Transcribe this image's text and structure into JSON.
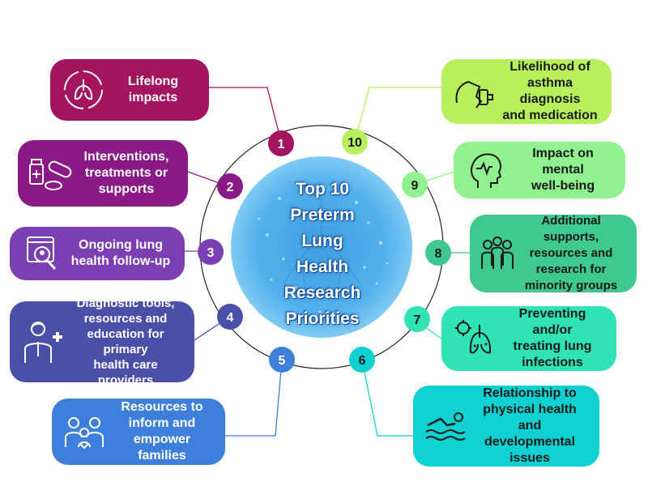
{
  "title_lines": [
    "Top 10",
    "Preterm",
    "Lung",
    "Health",
    "Research",
    "Priorities"
  ],
  "priorities": [
    {
      "number": "1",
      "label_lines": [
        "Lifelong",
        "impacts"
      ],
      "icon": "lungs-cycle-icon",
      "color": "#a3155f",
      "text_color": "#ffffff"
    },
    {
      "number": "2",
      "label_lines": [
        "Interventions,",
        "treatments or",
        "supports"
      ],
      "icon": "medication-icon",
      "color": "#8a1a86",
      "text_color": "#ffffff"
    },
    {
      "number": "3",
      "label_lines": [
        "Ongoing lung",
        "health follow-up"
      ],
      "icon": "magnifier-person-icon",
      "color": "#7b3fb2",
      "text_color": "#ffffff"
    },
    {
      "number": "4",
      "label_lines": [
        "Diagnostic tools,",
        "resources and",
        "education for primary",
        "health care providers"
      ],
      "icon": "doctor-icon",
      "color": "#4a4fa8",
      "text_color": "#ffffff"
    },
    {
      "number": "5",
      "label_lines": [
        "Resources to",
        "inform and",
        "empower families"
      ],
      "icon": "family-icon",
      "color": "#3f7fdc",
      "text_color": "#ffffff"
    },
    {
      "number": "6",
      "label_lines": [
        "Relationship to",
        "physical health and",
        "developmental",
        "issues"
      ],
      "icon": "swimmer-icon",
      "color": "#0fd1d1",
      "text_color": "#1a1a1a"
    },
    {
      "number": "7",
      "label_lines": [
        "Preventing and/or",
        "treating lung",
        "infections"
      ],
      "icon": "infected-lungs-icon",
      "color": "#2fe3b4",
      "text_color": "#1a1a1a"
    },
    {
      "number": "8",
      "label_lines": [
        "Additional supports,",
        "resources and",
        "research for",
        "minority groups"
      ],
      "icon": "group-icon",
      "color": "#3fc98e",
      "text_color": "#1a1a1a"
    },
    {
      "number": "9",
      "label_lines": [
        "Impact on mental",
        "well-being"
      ],
      "icon": "head-heartbeat-icon",
      "color": "#90f18f",
      "text_color": "#1a1a1a"
    },
    {
      "number": "10",
      "label_lines": [
        "Likelihood of",
        "asthma diagnosis",
        "and medication"
      ],
      "icon": "inhaler-icon",
      "color": "#b8ef5c",
      "text_color": "#1a1a1a"
    }
  ],
  "colors": {
    "center_fill": "#5ab8ee",
    "center_inner": "#3f9fe0",
    "ring": "#222222"
  }
}
